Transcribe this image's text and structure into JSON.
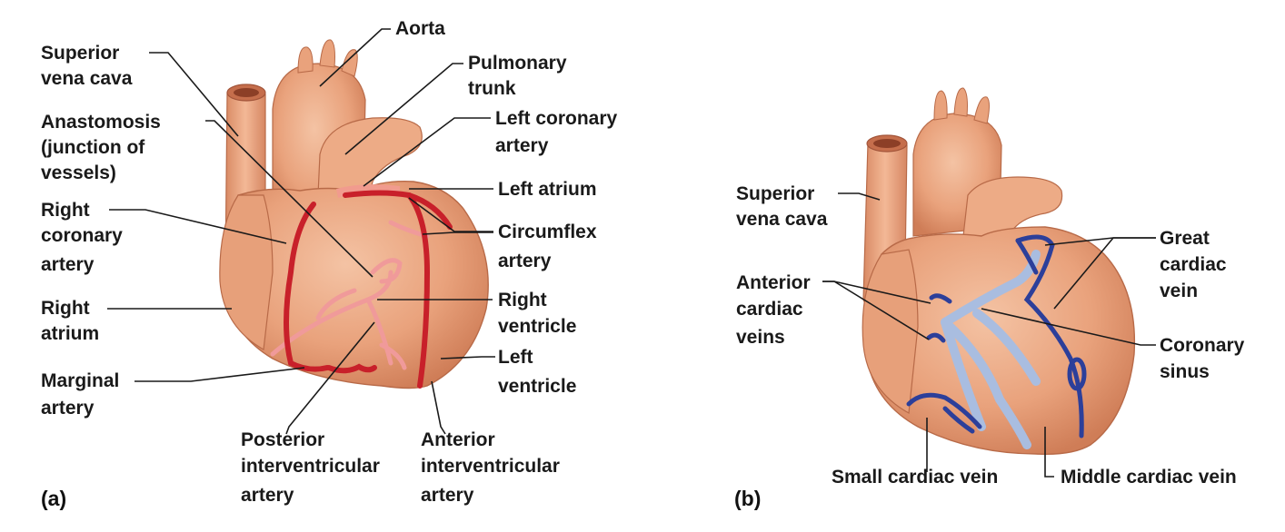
{
  "panels": {
    "a": {
      "letter": "(a)",
      "labels": {
        "superior_vena_cava": [
          "Superior",
          "vena cava"
        ],
        "anastomosis": [
          "Anastomosis",
          "(junction of",
          "vessels)"
        ],
        "right_coronary_artery": [
          "Right",
          "coronary",
          "artery"
        ],
        "right_atrium": [
          "Right",
          "atrium"
        ],
        "marginal_artery": [
          "Marginal",
          "artery"
        ],
        "aorta": [
          "Aorta"
        ],
        "pulmonary_trunk": [
          "Pulmonary",
          "trunk"
        ],
        "left_coronary_artery": [
          "Left coronary",
          "artery"
        ],
        "left_atrium": [
          "Left atrium"
        ],
        "circumflex_artery": [
          "Circumflex",
          "artery"
        ],
        "right_ventricle": [
          "Right",
          "ventricle"
        ],
        "left_ventricle": [
          "Left",
          "ventricle"
        ],
        "posterior_interventricular_artery": [
          "Posterior",
          "interventricular",
          "artery"
        ],
        "anterior_interventricular_artery": [
          "Anterior",
          "interventricular",
          "artery"
        ]
      }
    },
    "b": {
      "letter": "(b)",
      "labels": {
        "superior_vena_cava": [
          "Superior",
          "vena cava"
        ],
        "anterior_cardiac_veins": [
          "Anterior",
          "cardiac",
          "veins"
        ],
        "great_cardiac_vein": [
          "Great",
          "cardiac",
          "vein"
        ],
        "coronary_sinus": [
          "Coronary",
          "sinus"
        ],
        "small_cardiac_vein": [
          "Small cardiac vein"
        ],
        "middle_cardiac_vein": [
          "Middle cardiac vein"
        ]
      }
    }
  },
  "colors": {
    "heart_fill": "#e9a27c",
    "heart_shade": "#d98a64",
    "artery_anterior": "#c8202a",
    "artery_posterior": "#f09a9a",
    "vein_anterior": "#2c3f9a",
    "vein_posterior": "#a9bde0"
  }
}
